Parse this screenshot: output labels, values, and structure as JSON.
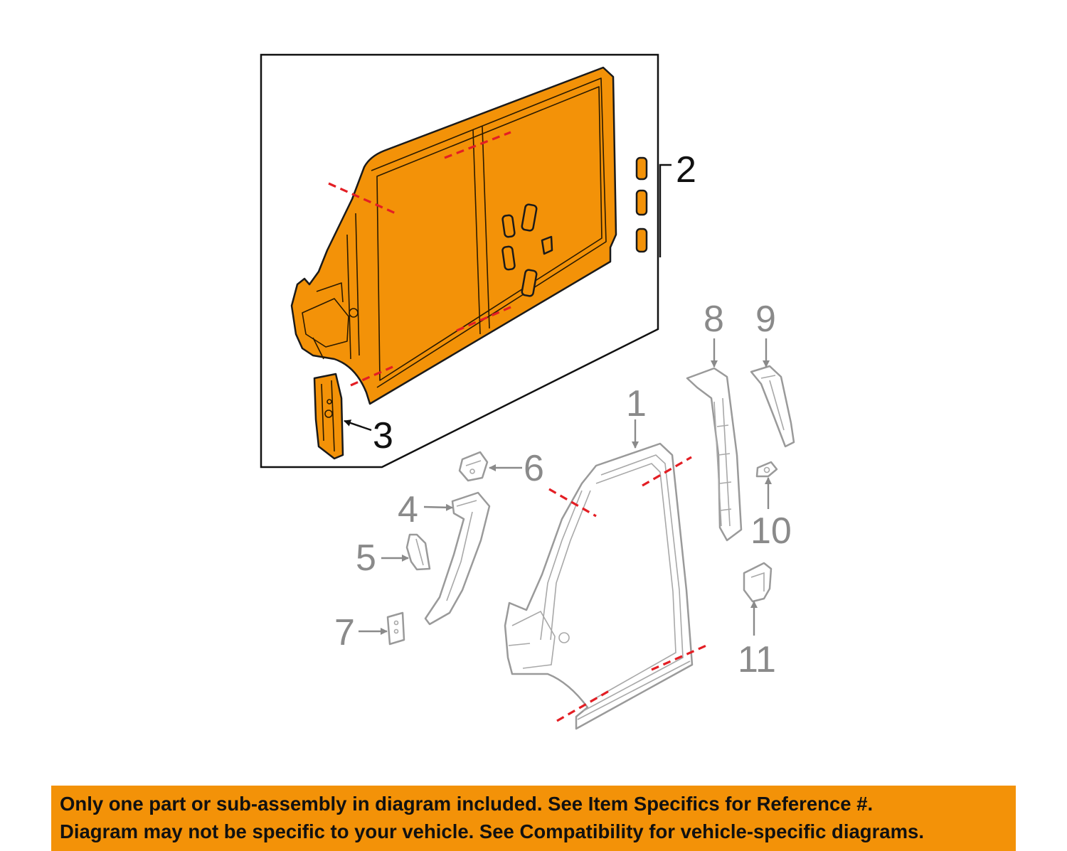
{
  "diagram": {
    "callouts": {
      "c1": "1",
      "c2": "2",
      "c3": "3",
      "c4": "4",
      "c5": "5",
      "c6": "6",
      "c7": "7",
      "c8": "8",
      "c9": "9",
      "c10": "10",
      "c11": "11"
    },
    "colors": {
      "highlight_part": "#f39208",
      "outline_part": "#9a9a9a",
      "cut_line": "#e31e24",
      "banner": "#f39208"
    }
  },
  "disclaimer": {
    "line1": "Only one part or sub-assembly in diagram included. See Item Specifics for Reference #.",
    "line2": "Diagram may not be specific to your vehicle. See Compatibility for vehicle-specific diagrams."
  }
}
